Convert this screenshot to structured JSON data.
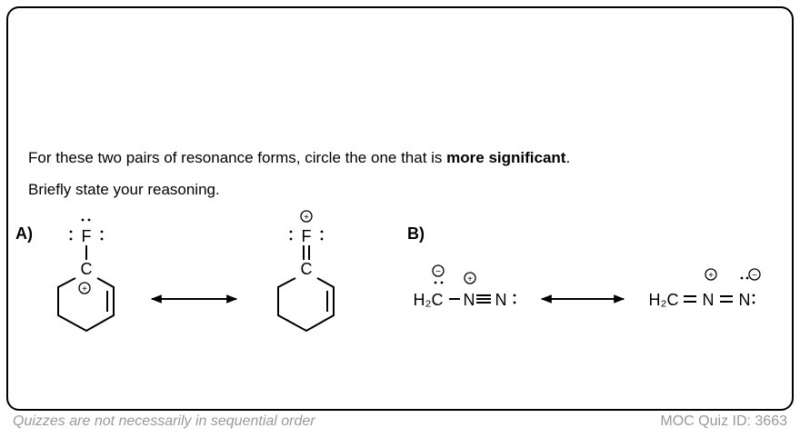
{
  "question": {
    "line1_pre": "For these two pairs of resonance forms, circle the one that is ",
    "line1_bold": "more significant",
    "line1_post": ".",
    "line2": "Briefly state your reasoning."
  },
  "part_a": {
    "label": "A)",
    "left": {
      "f": "F",
      "c": "C",
      "charge": "+"
    },
    "right": {
      "f": "F",
      "c": "C",
      "charge": "+"
    }
  },
  "part_b": {
    "label": "B)",
    "left": {
      "h2c": "H₂C",
      "n1": "N",
      "n2": "N",
      "colon": ":",
      "charge_c": "−",
      "charge_n": "+"
    },
    "right": {
      "h2c": "H₂C",
      "n1": "N",
      "n2": "N",
      "charge_n1": "+",
      "charge_n2": "−"
    }
  },
  "footer": {
    "left": "Quizzes are not necessarily in sequential order",
    "right": "MOC Quiz ID: 3663"
  }
}
